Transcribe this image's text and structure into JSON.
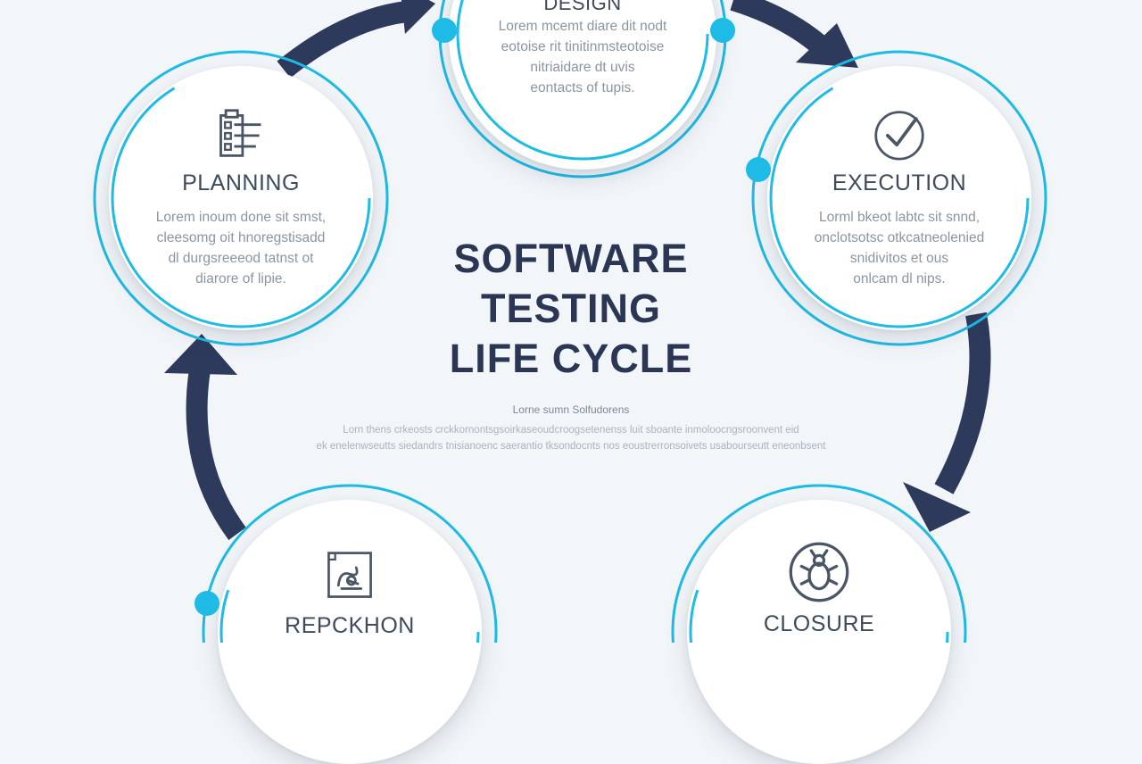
{
  "center": {
    "title_lines": [
      "SOFTWARE",
      "TESTING",
      "LIFE CYCLE"
    ],
    "subheading": "Lorne sumn Solfudorens",
    "body_lines": [
      "Lorn thens crkeosts crckkornontsgsoirkaseoudcroogsetenenss luit sboante inmoloocngsroonvent eid",
      "ek enelenwseutts siedandrs tnisianoenc saerantio tksondocnts nos eoustrerronsoivets usabourseutt eneonbsent"
    ]
  },
  "stages": [
    {
      "id": "design",
      "title": "DESIGN",
      "icon": "design-icon",
      "desc_lines": [
        "Lorem mcemt diare dit nodt",
        "eotoise rit tinitinmsteotoise",
        "nitriaidare dt uvis",
        "eontacts of tupis."
      ]
    },
    {
      "id": "execution",
      "title": "EXECUTION",
      "icon": "checkmark-icon",
      "desc_lines": [
        "Lorml bkeot labtc sit snnd,",
        "onclotsotsc otkcatneolenied",
        "snidivitos et ous",
        "onlcam dl nips."
      ]
    },
    {
      "id": "closure",
      "title": "CLOSURE",
      "icon": "bug-icon",
      "desc_lines": []
    },
    {
      "id": "reporting",
      "title": "REPCKHON",
      "icon": "report-icon",
      "desc_lines": []
    },
    {
      "id": "planning",
      "title": "PLANNING",
      "icon": "checklist-icon",
      "desc_lines": [
        "Lorem inoum done sit smst,",
        "cleesomg oit hnoregstisadd",
        "dl durgsreeeod tatnst ot",
        "diarore of lipie."
      ]
    }
  ],
  "colors": {
    "accent_cyan": "#1ebbe6",
    "arrow_navy": "#2d3a5c",
    "title_navy": "#2a3654",
    "stage_text": "#3e4b5c",
    "muted_text": "#8a95a3",
    "background": "#f3f6f9"
  }
}
